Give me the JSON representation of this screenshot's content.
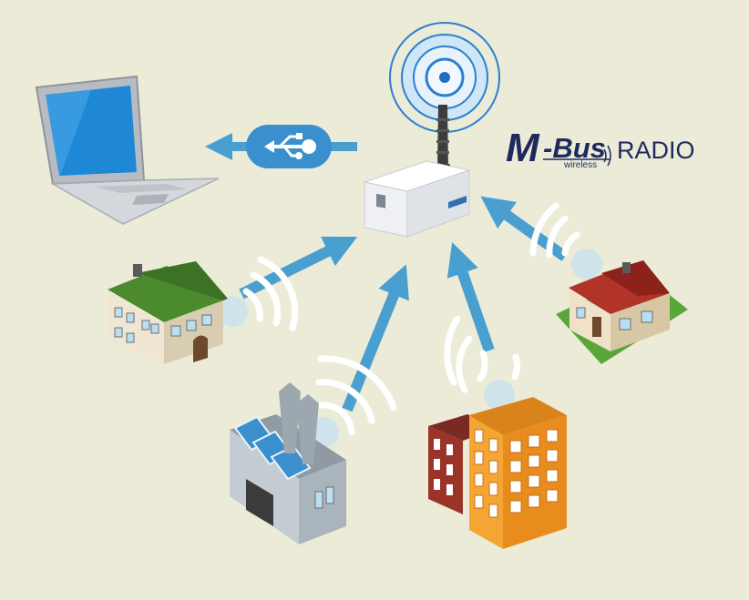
{
  "logo": {
    "letter_m": "M",
    "word": "-Bus",
    "sub": "wireless",
    "radio": "RADIO"
  },
  "colors": {
    "background": "#ebebd8",
    "arrow": "#4a9fd1",
    "usb_badge": "#3a8fcf",
    "logo_navy": "#1d2a5e",
    "radio_rings": "#2b7fcf"
  },
  "icons": [
    "laptop-icon",
    "usb-icon",
    "gateway-icon",
    "antenna-icon",
    "house-green-roof-icon",
    "house-red-roof-icon",
    "factory-icon",
    "apartment-building-icon",
    "radio-signal-icon"
  ]
}
